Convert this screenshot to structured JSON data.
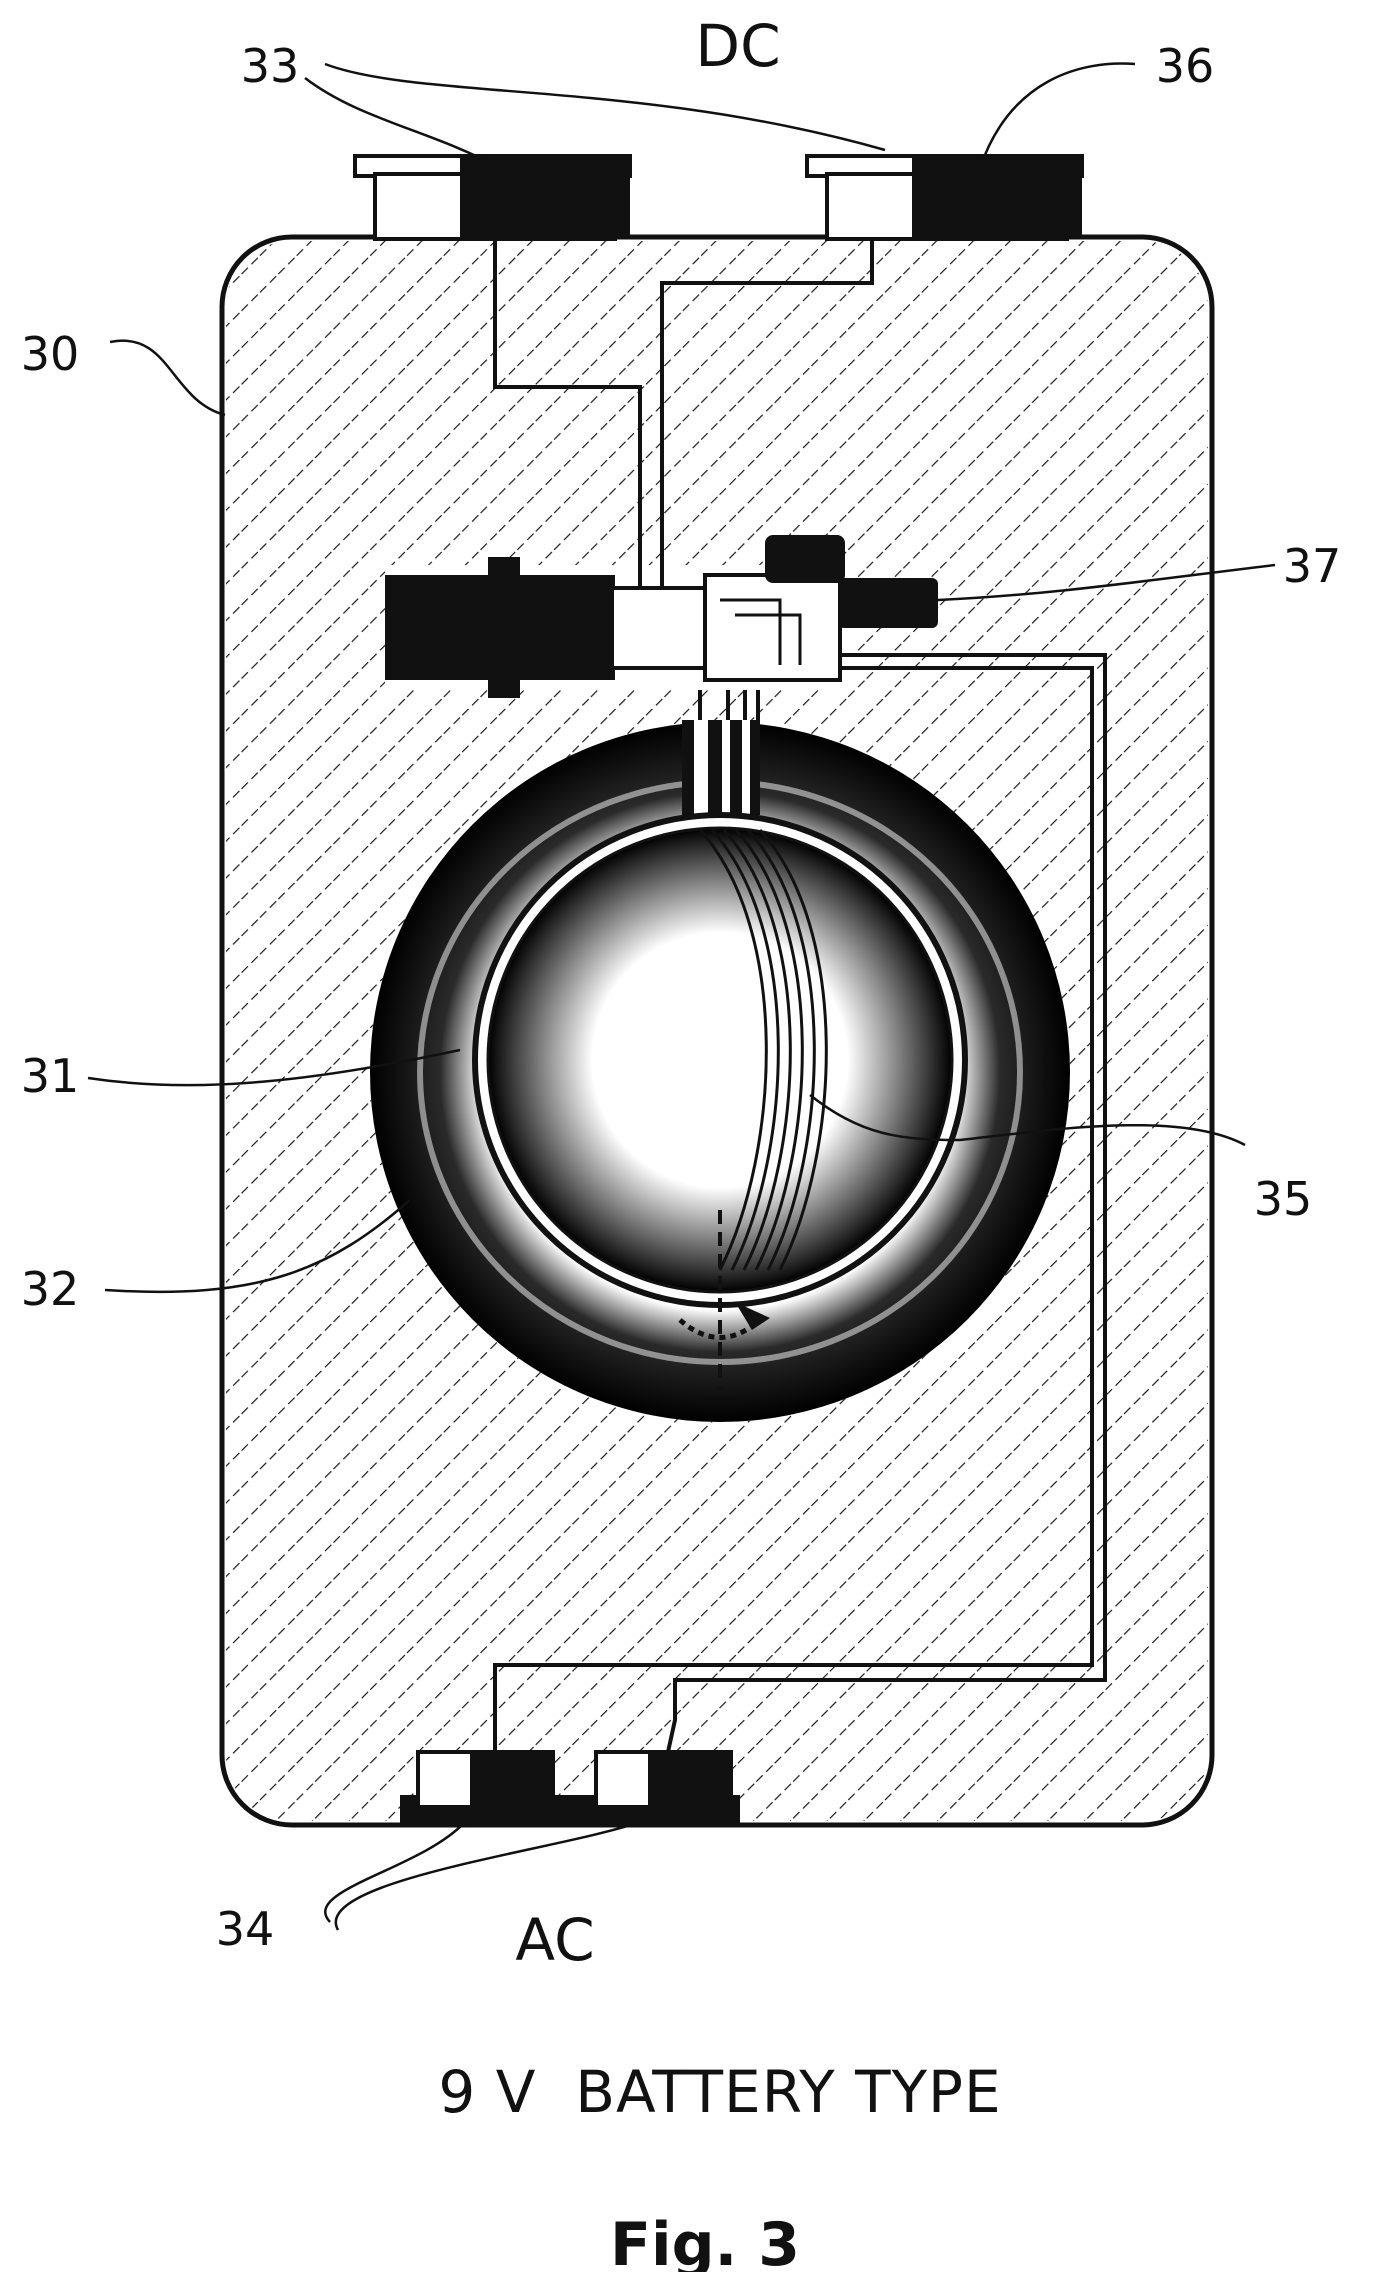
{
  "figure": {
    "terminal_labels": {
      "top": "DC",
      "bottom": "AC"
    },
    "reference_numerals": {
      "housing": "30",
      "inner_ring": "31",
      "outer_ring": "32",
      "top_terminal": "33",
      "bottom_terminal": "34",
      "coil": "35",
      "top_terminal_right": "36",
      "circuit_module": "37"
    },
    "caption": "9 V  BATTERY TYPE",
    "figure_number": "Fig. 3"
  },
  "colors": {
    "ink": "#111111",
    "background": "#ffffff",
    "hatch": "#1a1a1a"
  }
}
